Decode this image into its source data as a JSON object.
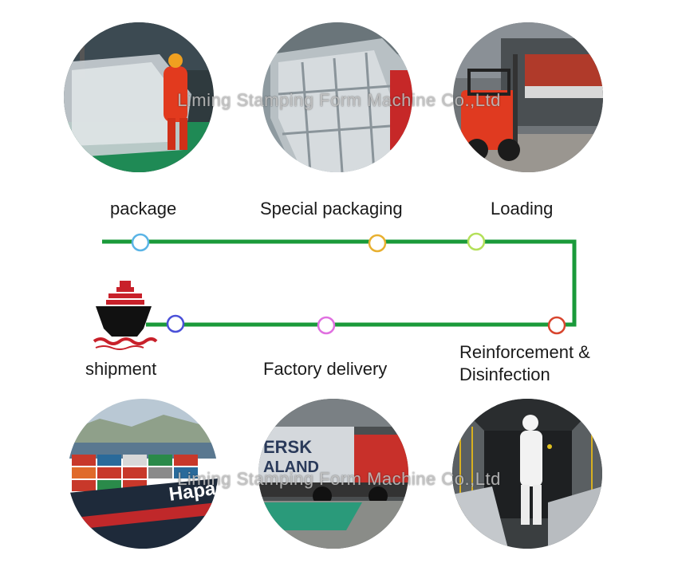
{
  "watermark": "Liming Stamping Form Machine Co.,Ltd",
  "steps": {
    "package": "package",
    "special_packaging": "Special packaging",
    "loading": "Loading",
    "reinforcement": "Reinforcement &",
    "disinfection": "Disinfection",
    "factory_delivery": "Factory delivery",
    "shipment": "shipment"
  },
  "container_text": {
    "line1": "ERSK",
    "line2": "ALAND",
    "ship_brand": "Hapag"
  },
  "colors": {
    "route_line": "#1a9a3a",
    "node_package": "#5ab4e6",
    "node_special": "#e8b030",
    "node_loading": "#b4e05a",
    "node_reinforce": "#d8452e",
    "node_delivery": "#e070e0",
    "node_shipment": "#4a50d8",
    "ship_red": "#c8202a"
  },
  "icons": [
    "ship-icon"
  ]
}
